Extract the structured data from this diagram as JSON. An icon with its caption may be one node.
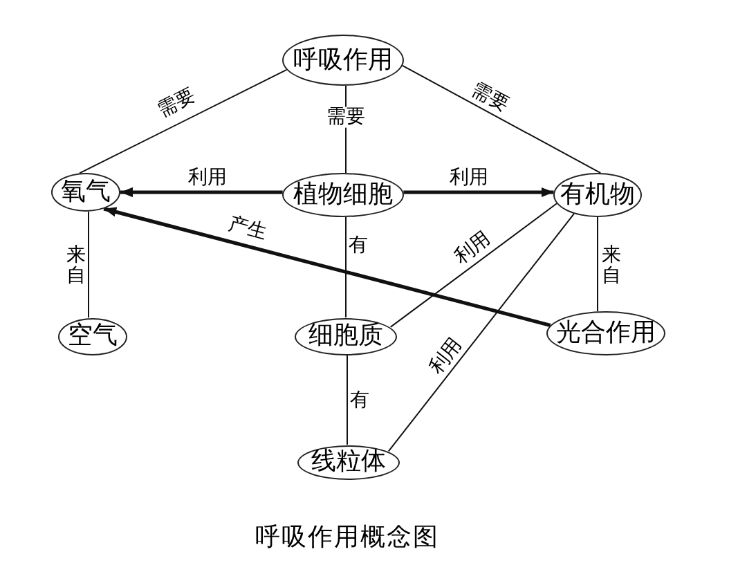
{
  "diagram": {
    "caption": "呼吸作用概念图",
    "nodes": [
      {
        "text": [
          "呼吸作用"
        ]
      },
      {
        "text": [
          "氧气"
        ]
      },
      {
        "text": [
          "植物细胞"
        ]
      },
      {
        "text": [
          "有机物"
        ]
      },
      {
        "text": [
          "空气"
        ]
      },
      {
        "text": [
          "细胞质"
        ]
      },
      {
        "text": [
          "光合作用"
        ]
      },
      {
        "text": [
          "线粒体"
        ]
      }
    ],
    "edges": [
      {
        "from": 0,
        "to": 1,
        "arrow": "none",
        "label": "需要"
      },
      {
        "from": 0,
        "to": 2,
        "arrow": "none",
        "label": "需要"
      },
      {
        "from": 0,
        "to": 3,
        "arrow": "none",
        "label": "需要"
      },
      {
        "from": 2,
        "to": 1,
        "arrow": "to",
        "label": "利用",
        "style": "thick"
      },
      {
        "from": 2,
        "to": 3,
        "arrow": "to",
        "label": "利用",
        "style": "thick"
      },
      {
        "from": 1,
        "to": 4,
        "arrow": "none",
        "label": "来自"
      },
      {
        "from": 2,
        "to": 5,
        "arrow": "none",
        "label": "有"
      },
      {
        "from": 3,
        "to": 5,
        "arrow": "none",
        "label": "利用"
      },
      {
        "from": 3,
        "to": 7,
        "arrow": "none",
        "label": "利用"
      },
      {
        "from": 3,
        "to": 6,
        "arrow": "none",
        "label": "来自"
      },
      {
        "from": 6,
        "to": 1,
        "arrow": "to",
        "label": "产生",
        "style": "thick"
      },
      {
        "from": 5,
        "to": 7,
        "arrow": "none",
        "label": "有"
      }
    ]
  }
}
